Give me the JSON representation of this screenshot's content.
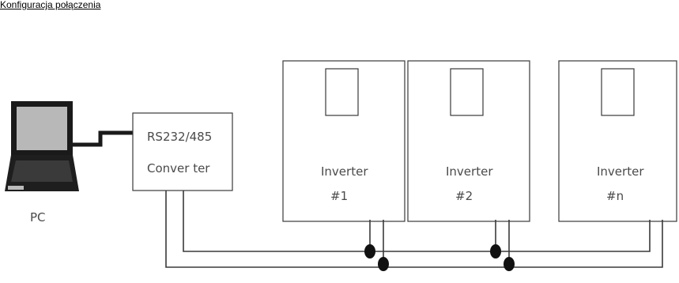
{
  "heading": "Konfiguracja połączenia",
  "pc": {
    "label": "PC"
  },
  "converter": {
    "line1": "RS232/485",
    "line2": "Conver ter"
  },
  "inverters": [
    {
      "label": "Inverter",
      "number": "#1"
    },
    {
      "label": "Inverter",
      "number": "#2"
    },
    {
      "label": "Inverter",
      "number": "#n"
    }
  ]
}
